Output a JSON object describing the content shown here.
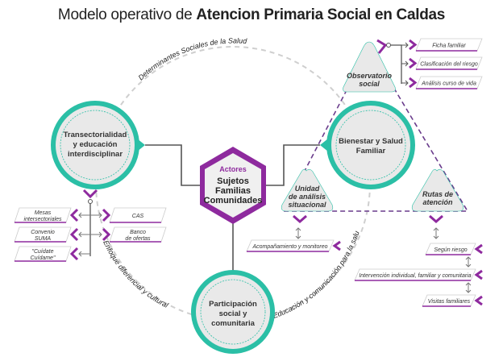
{
  "title": {
    "prefix": "Modelo operativo de ",
    "bold": "Atencion Primaria Social en Caldas"
  },
  "colors": {
    "teal": "#2bbfa6",
    "purple": "#8e2a9e",
    "dashed_purple": "#6a3c8c",
    "gray_line": "#555555",
    "circle_fill": "#e9e9e9"
  },
  "arc_labels": {
    "top": "Determinantes Sociales de la Salud",
    "left": "Enfoque diferencial y cultural",
    "right": "Educación y comunicación para la salud"
  },
  "center": {
    "tag": "Actores",
    "lines": [
      "Sujetos",
      "Familias",
      "Comunidades"
    ]
  },
  "nodes": {
    "transectorialidad": [
      "Transectorialidad",
      "y educación",
      "interdisciplinar"
    ],
    "bienestar": [
      "Bienestar y Salud",
      "Familiar"
    ],
    "participacion": [
      "Participación",
      "social y",
      "comunitaria"
    ]
  },
  "triangle": {
    "observatorio": [
      "Observatorio",
      "social"
    ],
    "unidad": [
      "Unidad",
      "de análisis",
      "situacional"
    ],
    "rutas": [
      "Rutas de",
      "atención"
    ]
  },
  "observatorio_items": [
    "Ficha familiar",
    "Clasificación del riesgo",
    "Análisis curso de vida"
  ],
  "transectorial_left": [
    [
      "Mesas",
      "intersectoriales"
    ],
    [
      "Convenio",
      "SUMA"
    ],
    [
      "\"Cuídate",
      "Cuídame\""
    ]
  ],
  "transectorial_right": [
    [
      "CAS"
    ],
    [
      "Banco",
      "de ofertas"
    ]
  ],
  "unidad_item": "Acompañamiento y monitoreo",
  "rutas_items": [
    "Según riesgo",
    "Intervención individual, familiar y comunitaria",
    "Visitas familiares"
  ]
}
